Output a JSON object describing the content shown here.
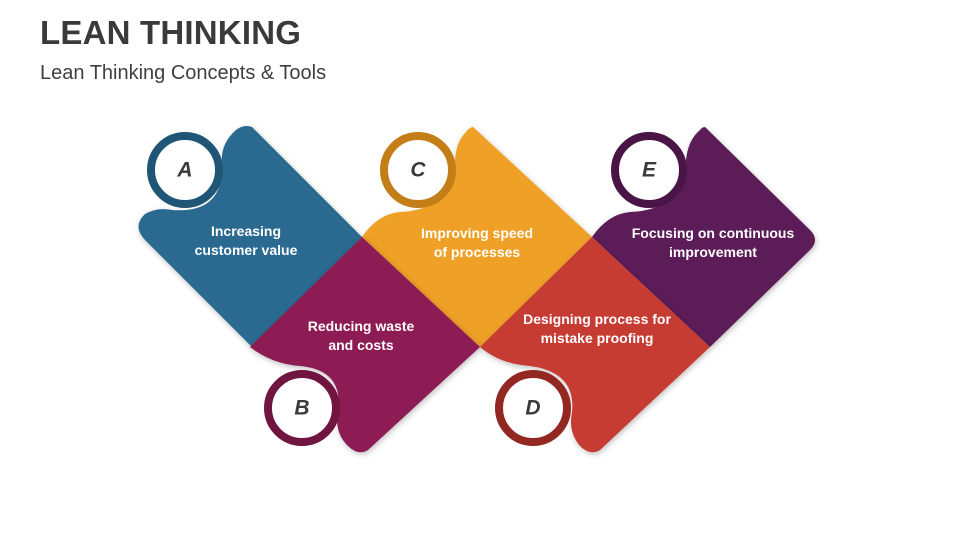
{
  "slide": {
    "title": "LEAN THINKING",
    "subtitle": "Lean Thinking Concepts & Tools"
  },
  "segments": [
    {
      "letter": "A",
      "line1": "Increasing",
      "line2": "customer value",
      "color": "#2a6b90",
      "ring": "#1f5676"
    },
    {
      "letter": "B",
      "line1": "Reducing waste",
      "line2": "and costs",
      "color": "#8c1b52",
      "ring": "#701440"
    },
    {
      "letter": "C",
      "line1": "Improving speed",
      "line2": "of processes",
      "color": "#efa028",
      "ring": "#c47e17"
    },
    {
      "letter": "D",
      "line1": "Designing process for",
      "line2": "mistake proofing",
      "color": "#c63b31",
      "ring": "#932822"
    },
    {
      "letter": "E",
      "line1": "Focusing on continuous",
      "line2": "improvement",
      "color": "#5c1a58",
      "ring": "#4a1446"
    }
  ]
}
